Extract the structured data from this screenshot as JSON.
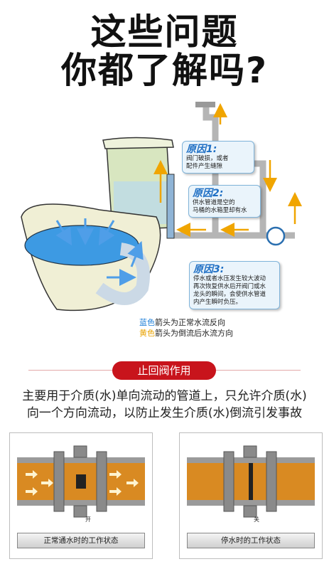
{
  "header": {
    "line1": "这些问题",
    "line2": "你都了解吗?"
  },
  "notes": [
    {
      "title": "原因1:",
      "lines": [
        "阀门破损，或者",
        "配件产生缝隙"
      ]
    },
    {
      "title": "原因2:",
      "lines": [
        "供水管道是空的",
        "马桶的水箱里却有水"
      ]
    },
    {
      "title": "原因3:",
      "lines": [
        "停水或者水压发生较大波动",
        "再次恢复供水后开阀门或水",
        "龙头的瞬间，会使供水管道",
        "内产生瞬时负压。"
      ]
    }
  ],
  "legend": {
    "blue_word": "蓝色",
    "blue_rest": "箭头为正常水流反向",
    "yellow_word": "黄色",
    "yellow_rest": "箭头为倒流后水流方向"
  },
  "section_title": "止回阀作用",
  "description": {
    "line1": "主要用于介质(水)单向流动的管道上，只允许介质(水)",
    "line2": "向一个方向流动，以防止发生介质(水)倒流引发事故"
  },
  "panels": [
    {
      "small_label": "开",
      "caption": "正常通水时的工作状态"
    },
    {
      "small_label": "关",
      "caption": "停水时的工作状态"
    }
  ],
  "colors": {
    "red": "#c8141c",
    "blue": "#1e7fd8",
    "yellow": "#e8a200",
    "pipe_orange": "#d98a22"
  }
}
